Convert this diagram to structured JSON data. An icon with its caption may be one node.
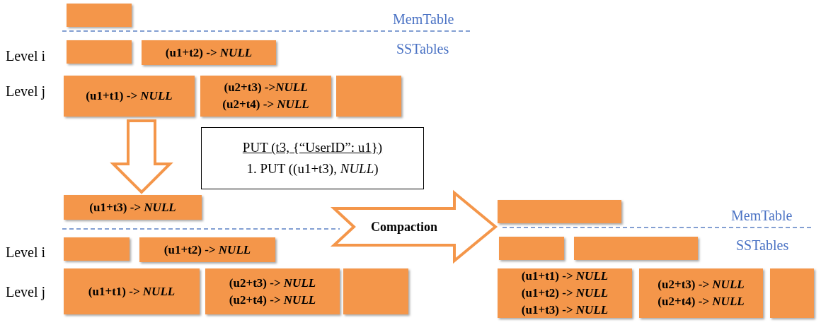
{
  "diagram": {
    "nodes": [
      {
        "text": [],
        "shape": "box"
      },
      {
        "text": [],
        "shape": "box"
      },
      {
        "text": [
          "(u1+t2) -> *NULL*"
        ]
      },
      {
        "text": [
          "(u1+t1) -> *NULL*"
        ]
      },
      {
        "text": [
          "(u2+t3) ->*NULL*",
          "(u2+t4) -> *NULL*"
        ]
      },
      {
        "text": [],
        "shape": "box"
      },
      {
        "text": [
          "PUT (t3, {“UserID”: u1})",
          "1.   PUT ((u1+t3), *NULL*)"
        ]
      },
      {
        "text": [
          "(u1+t3) -> *NULL*"
        ]
      },
      {
        "text": [],
        "shape": "box"
      },
      {
        "text": [
          "(u1+t2) -> *NULL*"
        ]
      },
      {
        "text": [
          "(u1+t1) -> *NULL*"
        ]
      },
      {
        "text": [
          "(u2+t3) -> *NULL*",
          "(u2+t4) -> *NULL*"
        ]
      },
      {
        "text": [],
        "shape": "box"
      },
      {
        "text": [],
        "shape": "box"
      },
      {
        "text": [],
        "shape": "box"
      },
      {
        "text": [],
        "shape": "box"
      },
      {
        "text": [
          "(u1+t1) -> *NULL*",
          "(u1+t2) -> *NULL*",
          "(u1+t3) -> *NULL*"
        ]
      },
      {
        "text": [
          "(u2+t3) -> *NULL*",
          "(u2+t4) -> *NULL*"
        ]
      },
      {
        "text": [],
        "shape": "box"
      }
    ],
    "edges": [
      {
        "from": 3,
        "to": 7,
        "arrow": "to",
        "style": "thick"
      },
      {
        "from": null,
        "to": 13,
        "arrow": "to",
        "style": "thick",
        "label": "Compaction"
      }
    ],
    "labels": [
      "MemTable",
      "Level i",
      "SSTables",
      "Level j",
      "Level i",
      "Level j",
      "MemTable",
      "SSTables"
    ]
  }
}
